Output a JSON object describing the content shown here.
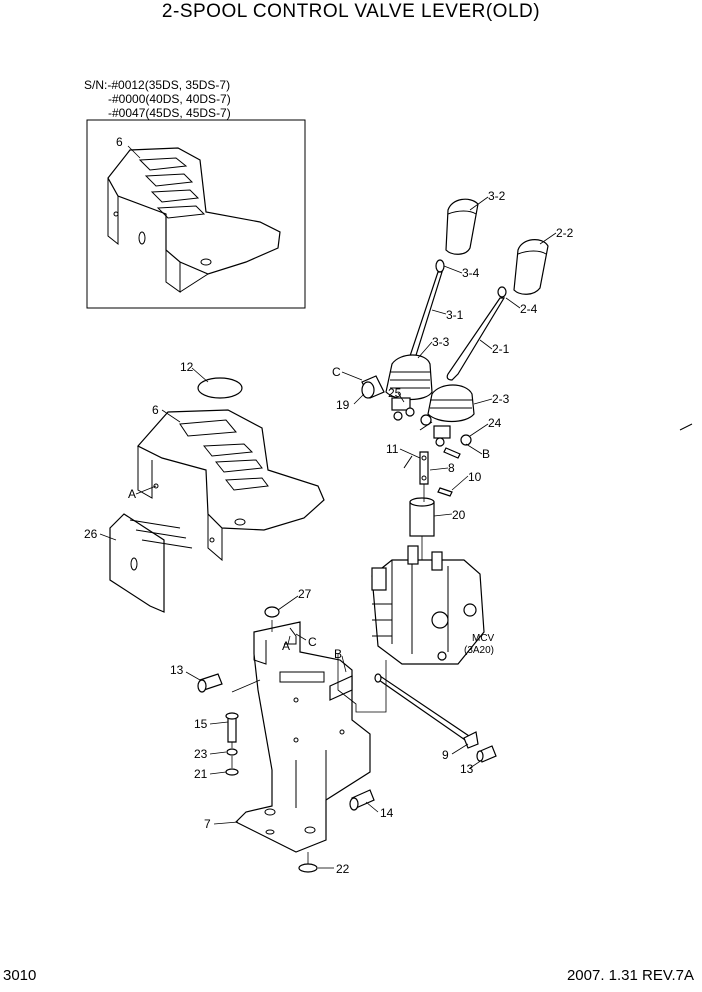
{
  "title": "2-SPOOL CONTROL VALVE LEVER(OLD)",
  "serial_note": {
    "prefix": "S/N:",
    "lines": [
      "-#0012(35DS, 35DS-7)",
      "-#0000(40DS, 40DS-7)",
      "-#0047(45DS, 45DS-7)"
    ]
  },
  "labels": {
    "p6a": "6",
    "p3_2": "3-2",
    "p2_2": "2-2",
    "p3_4": "3-4",
    "p2_4": "2-4",
    "p3_1": "3-1",
    "p2_1": "2-1",
    "p3_3": "3-3",
    "pC1": "C",
    "p19": "19",
    "p25": "25",
    "p2_3": "2-3",
    "p24": "24",
    "p11": "11",
    "p8": "8",
    "pB1": "B",
    "p10": "10",
    "p12": "12",
    "p6b": "6",
    "pA1": "A",
    "p26": "26",
    "p20": "20",
    "p27": "27",
    "pA2": "A",
    "pC2": "C",
    "pB2": "B",
    "p13a": "13",
    "p15": "15",
    "p23": "23",
    "p21": "21",
    "p7": "7",
    "p22": "22",
    "p14": "14",
    "p9": "9",
    "p13b": "13",
    "mcv1": "MCV",
    "mcv2": "(3A20)"
  },
  "footer": {
    "page": "3010",
    "revision": "2007. 1.31 REV.7A"
  }
}
